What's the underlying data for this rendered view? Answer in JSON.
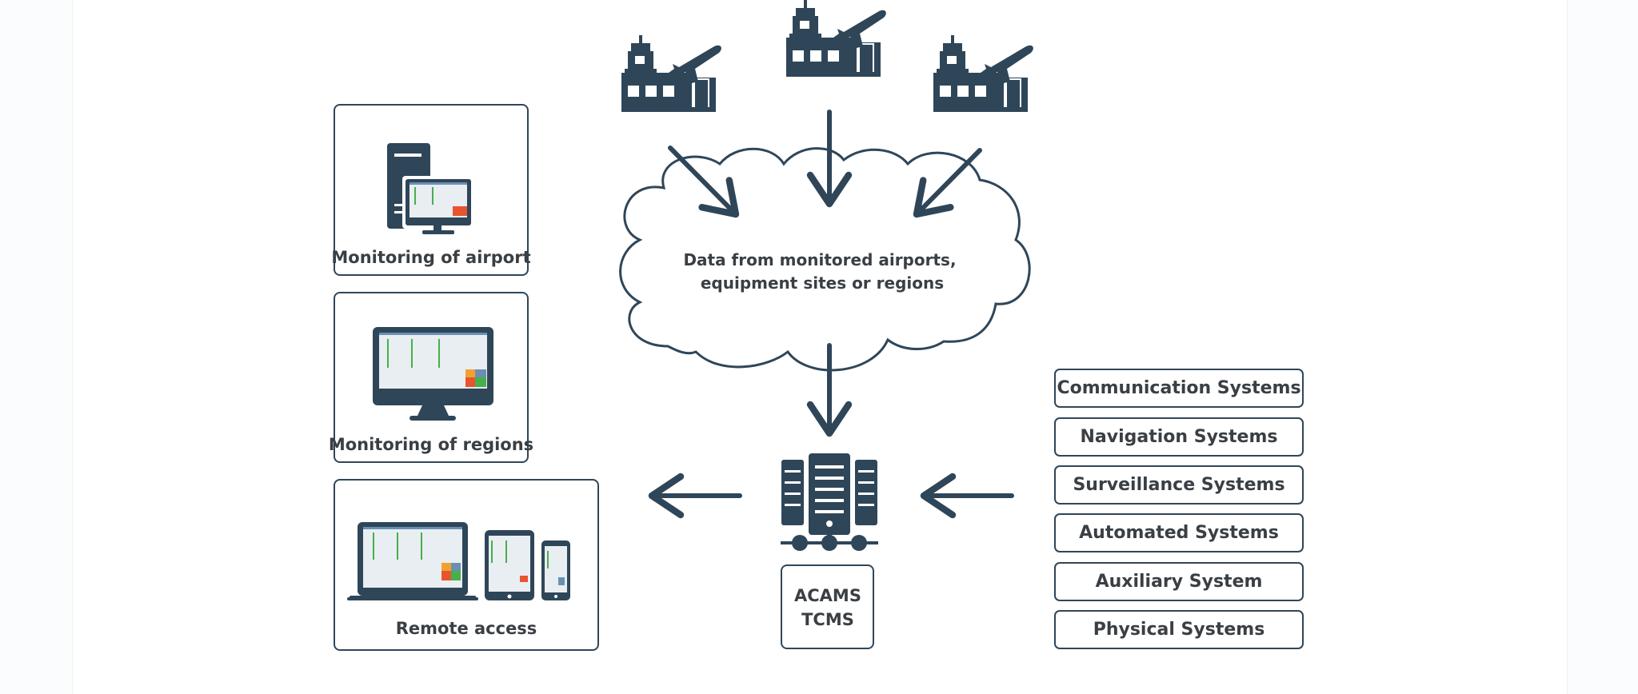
{
  "colors": {
    "primary": "#2f4659",
    "text": "#3a3f44",
    "screen": "#e9eef2"
  },
  "cloud": {
    "line1": "Data from monitored airports,",
    "line2": "equipment sites or regions"
  },
  "monitors": {
    "airport": "Monitoring of airport",
    "regions": "Monitoring of regions",
    "remote": "Remote access"
  },
  "server": {
    "line1": "ACAMS",
    "line2": "TCMS"
  },
  "systems": [
    "Communication Systems",
    "Navigation Systems",
    "Surveillance Systems",
    "Automated Systems",
    "Auxiliary System",
    "Physical Systems"
  ],
  "icons": {
    "airport": "airport-tower-plane-icon",
    "desktop": "server-desktop-icon",
    "monitor": "monitor-icon",
    "devices": "laptop-tablet-phone-icon",
    "server": "server-network-icon"
  }
}
